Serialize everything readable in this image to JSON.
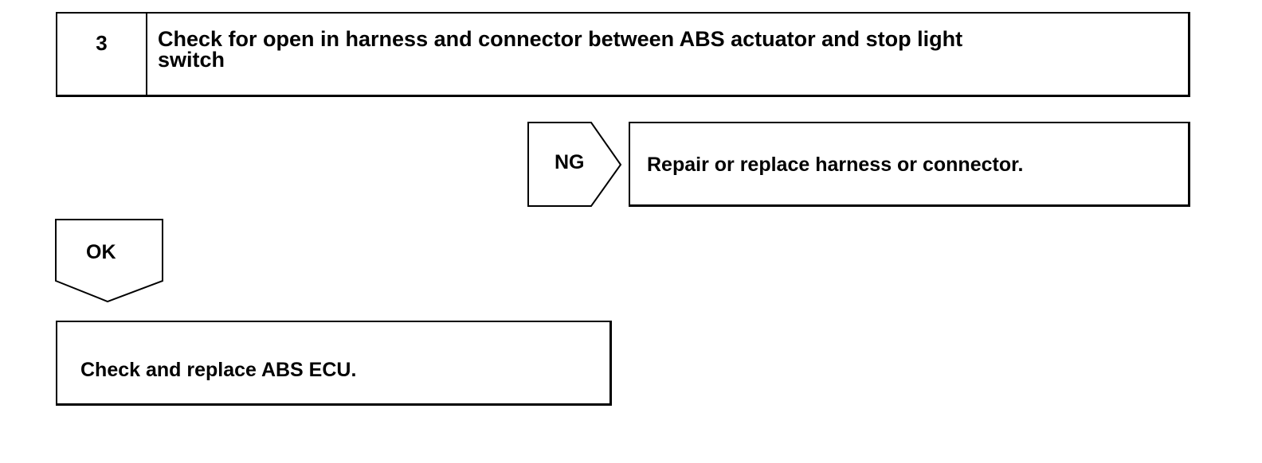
{
  "step": {
    "number": "3",
    "title": "Check for open in harness and connector between ABS actuator and stop light\nswitch"
  },
  "ng_branch": {
    "tag": "NG",
    "action": "Repair or replace harness or connector."
  },
  "ok_branch": {
    "tag": "OK",
    "action": "Check and replace ABS ECU."
  },
  "colors": {
    "line": "#000000",
    "background": "#ffffff"
  }
}
